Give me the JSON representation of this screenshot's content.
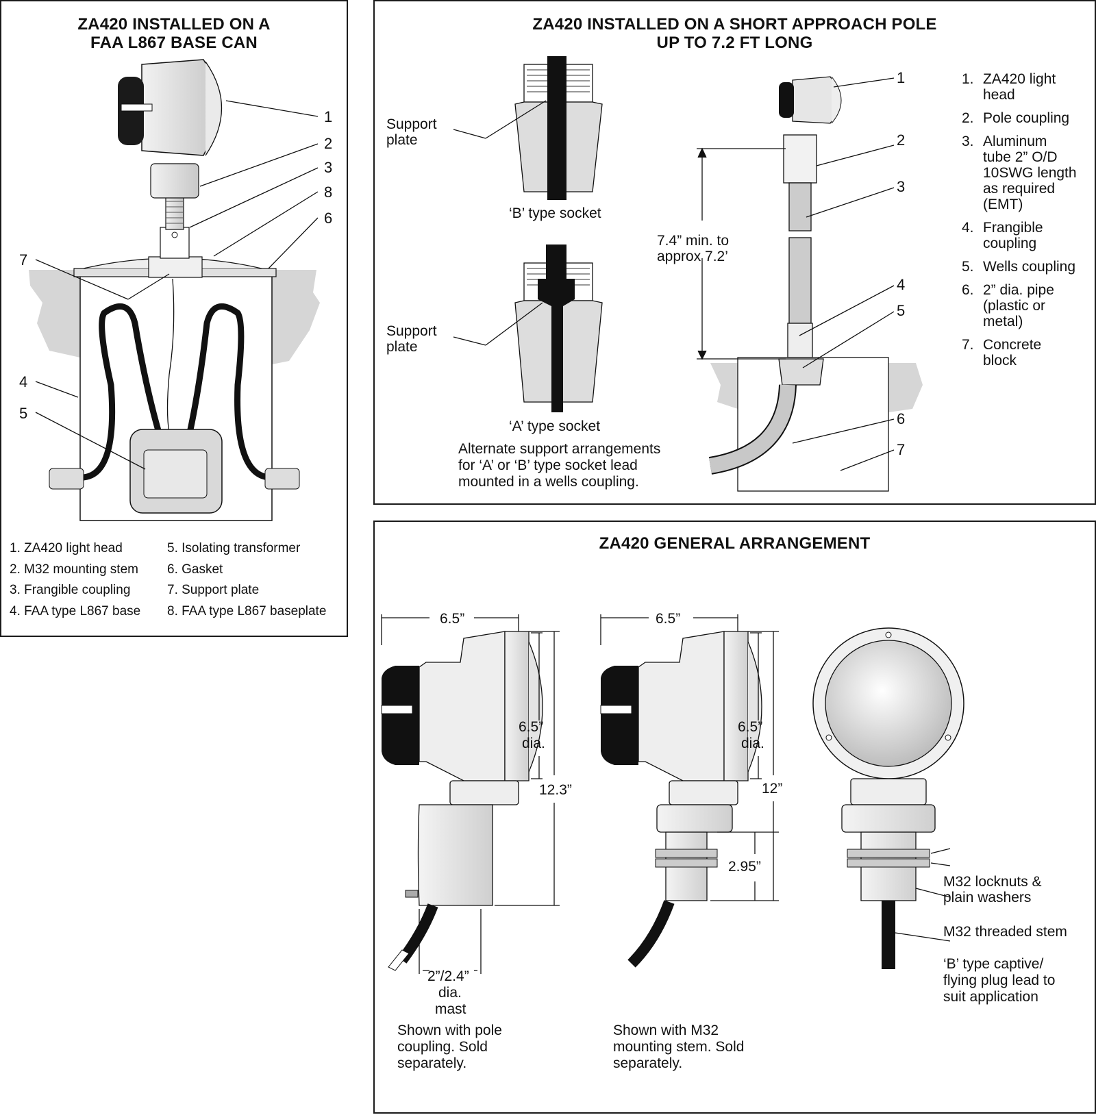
{
  "panel1": {
    "title": [
      "ZA420 INSTALLED ON A",
      "FAA L867 BASE CAN"
    ],
    "callouts": [
      "1",
      "2",
      "3",
      "8",
      "6",
      "7",
      "4",
      "5"
    ],
    "legend_left": [
      "1. ZA420 light head",
      "2. M32 mounting stem",
      "3. Frangible coupling",
      "4. FAA type L867 base"
    ],
    "legend_right": [
      "5. Isolating transformer",
      "6. Gasket",
      "7. Support plate",
      "8. FAA type L867 baseplate"
    ]
  },
  "panel2": {
    "title": [
      "ZA420 INSTALLED ON A SHORT APPROACH POLE",
      "UP TO 7.2 FT LONG"
    ],
    "support_plate": [
      "Support",
      "plate"
    ],
    "b_socket": "‘B’ type socket",
    "a_socket": "‘A’ type socket",
    "alternate_note": [
      "Alternate support arrangements",
      "for ‘A’ or ‘B’ type socket lead",
      "mounted in a wells coupling."
    ],
    "height_dim": [
      "7.4” min. to",
      "approx 7.2’"
    ],
    "callouts": [
      "1",
      "2",
      "3",
      "4",
      "5",
      "6",
      "7"
    ],
    "legend": [
      {
        "n": "1.",
        "lines": [
          "ZA420 light",
          "head"
        ]
      },
      {
        "n": "2.",
        "lines": [
          "Pole coupling"
        ]
      },
      {
        "n": "3.",
        "lines": [
          "Aluminum",
          "tube 2” O/D",
          "10SWG length",
          "as required",
          "(EMT)"
        ]
      },
      {
        "n": "4.",
        "lines": [
          "Frangible",
          "coupling"
        ]
      },
      {
        "n": "5.",
        "lines": [
          "Wells coupling"
        ]
      },
      {
        "n": "6.",
        "lines": [
          "2” dia. pipe",
          "(plastic or",
          "metal)"
        ]
      },
      {
        "n": "7.",
        "lines": [
          "Concrete",
          "block"
        ]
      }
    ]
  },
  "panel3": {
    "title": "ZA420 GENERAL ARRANGEMENT",
    "left": {
      "width": "6.5”",
      "lens": [
        "6.5”",
        "dia."
      ],
      "height": "12.3”",
      "mast": [
        "2”/2.4”",
        "dia.",
        "mast"
      ],
      "caption": [
        "Shown with pole",
        "coupling. Sold",
        "separately."
      ]
    },
    "middle": {
      "width": "6.5”",
      "lens": [
        "6.5”",
        "dia."
      ],
      "height": "12”",
      "stem": "2.95”",
      "caption": [
        "Shown with M32",
        "mounting stem. Sold",
        "separately."
      ]
    },
    "right": {
      "locknuts": [
        "M32 locknuts &",
        "plain washers"
      ],
      "stem": "M32 threaded stem",
      "lead": [
        "‘B’ type captive/",
        "flying plug lead to",
        "suit application"
      ]
    }
  }
}
